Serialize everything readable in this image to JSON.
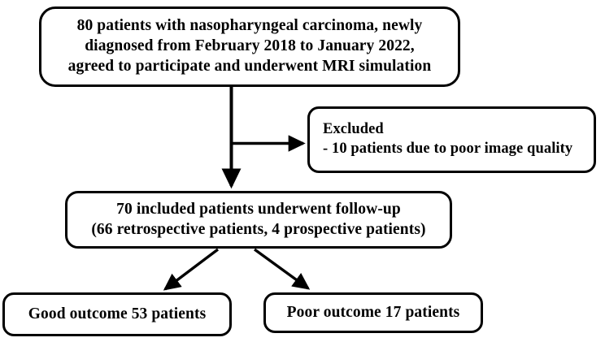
{
  "diagram": {
    "title": "Patient enrollment and follow-up flow diagram",
    "background_color": "#ffffff",
    "stroke_color": "#000000",
    "nodes": {
      "enrollment": {
        "name": "enrollment-box",
        "lines": [
          "80 patients with nasopharyngeal carcinoma, newly",
          "diagnosed from February 2018 to January 2022,",
          "agreed to participate and underwent MRI simulation"
        ]
      },
      "excluded": {
        "name": "excluded-box",
        "lines": [
          "Excluded",
          "- 10 patients due to poor image quality"
        ]
      },
      "included": {
        "name": "included-box",
        "lines": [
          "70 included patients underwent follow-up",
          "(66 retrospective patients, 4 prospective patients)"
        ]
      },
      "good_outcome": {
        "name": "good-outcome-box",
        "lines": [
          "Good outcome 53 patients"
        ]
      },
      "poor_outcome": {
        "name": "poor-outcome-box",
        "lines": [
          "Poor outcome 17 patients"
        ]
      }
    },
    "connectors": [
      {
        "name": "enrollment-to-included-arrow",
        "from": "enrollment",
        "to": "included",
        "kind": "vertical-arrow"
      },
      {
        "name": "enrollment-to-excluded-arrow",
        "from": "enrollment",
        "to": "excluded",
        "kind": "horizontal-branch-arrow"
      },
      {
        "name": "included-to-good-outcome-arrow",
        "from": "included",
        "to": "good_outcome",
        "kind": "diagonal-arrow"
      },
      {
        "name": "included-to-poor-outcome-arrow",
        "from": "included",
        "to": "poor_outcome",
        "kind": "diagonal-arrow"
      }
    ]
  }
}
